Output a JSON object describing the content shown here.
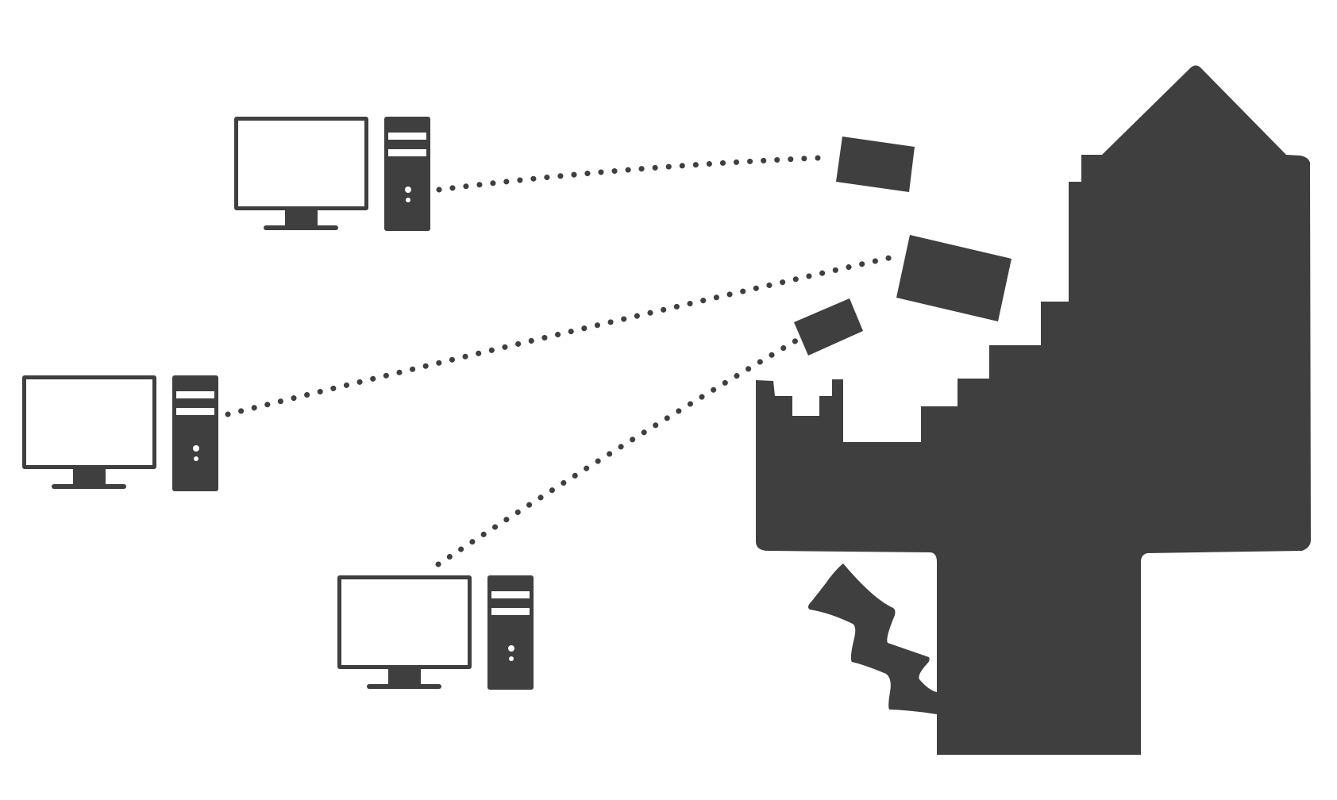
{
  "colors": {
    "ink": "#3f3f3f",
    "background": "#ffffff"
  },
  "nodes": [
    {
      "id": "computer-top",
      "icon": "desktop-computer-icon"
    },
    {
      "id": "computer-middle",
      "icon": "desktop-computer-icon"
    },
    {
      "id": "computer-bottom",
      "icon": "desktop-computer-icon"
    }
  ],
  "target": {
    "icon": "crumbling-castle-tower-icon"
  },
  "links": [
    {
      "from": "computer-top",
      "to": "fragment-1",
      "style": "dotted"
    },
    {
      "from": "computer-middle",
      "to": "fragment-2",
      "style": "dotted"
    },
    {
      "from": "computer-bottom",
      "to": "fragment-3",
      "style": "dotted"
    }
  ]
}
